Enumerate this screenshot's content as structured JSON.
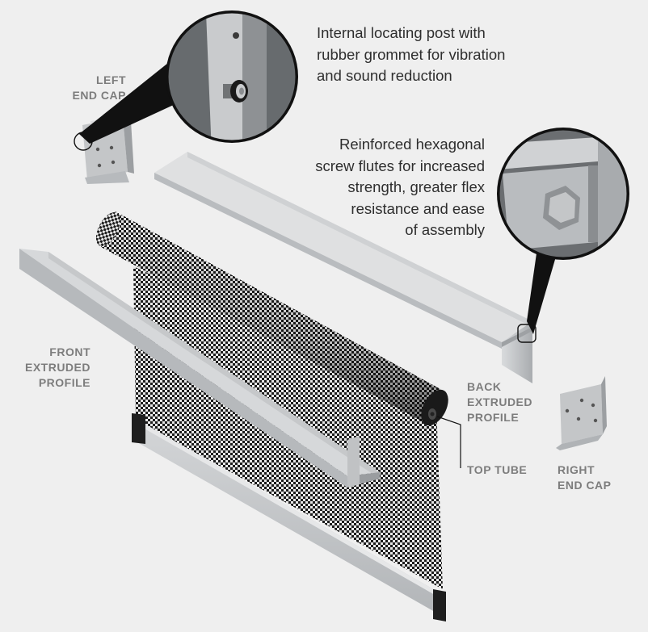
{
  "labels": {
    "left_end_cap": [
      "LEFT",
      "END CAP"
    ],
    "front_extruded_profile": [
      "FRONT",
      "EXTRUDED",
      "PROFILE"
    ],
    "back_extruded_profile": [
      "BACK",
      "EXTRUDED",
      "PROFILE"
    ],
    "top_tube": [
      "TOP TUBE"
    ],
    "right_end_cap": [
      "RIGHT",
      "END CAP"
    ]
  },
  "callouts": {
    "locating_post": [
      "Internal locating post with",
      "rubber grommet for vibration",
      "and sound reduction"
    ],
    "hex_flutes": [
      "Reinforced hexagonal",
      "screw flutes for increased",
      "strength, greater flex",
      "resistance and ease",
      "of assembly"
    ]
  },
  "colors": {
    "background": "#efefef",
    "label_text": "#7d7d7d",
    "callout_text": "#2e2e2e",
    "aluminium": "#c9cbcd",
    "leader": "#111111"
  }
}
